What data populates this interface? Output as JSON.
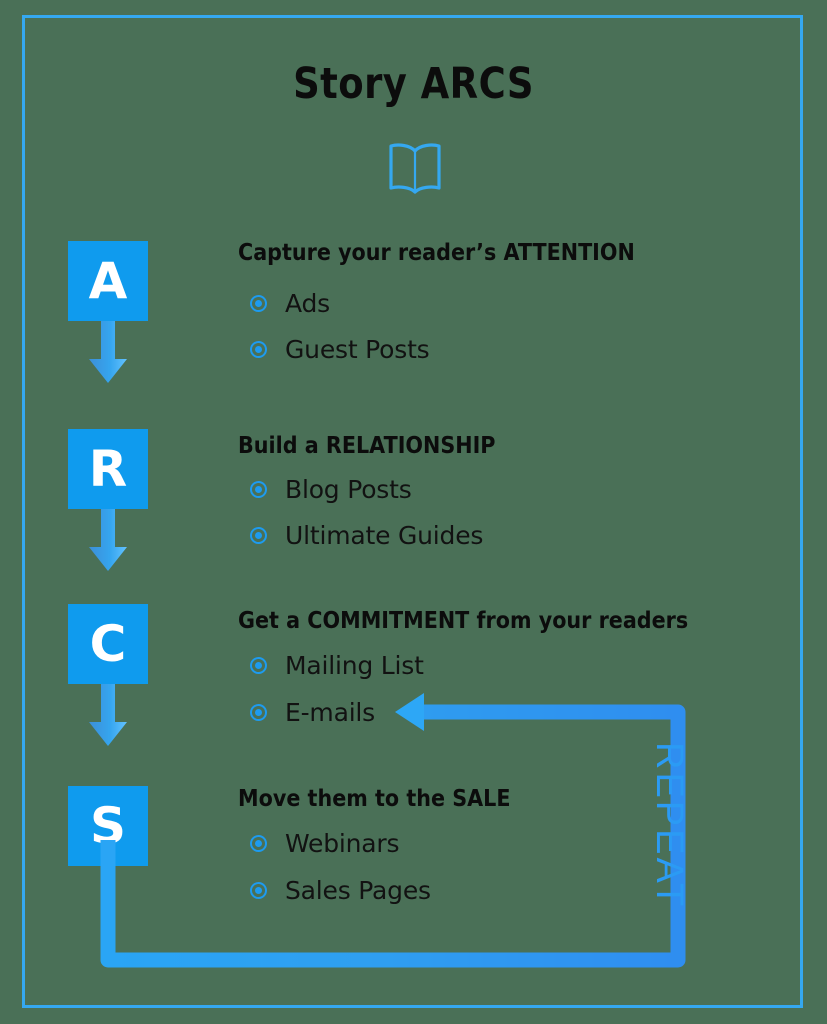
{
  "poster": {
    "title": "Story ARCS",
    "icon": "open-book-icon",
    "background_color": "#4a7057",
    "accent_color": "#0f9bee",
    "frame_color": "#35a8f0",
    "text_color": "#0c0c0c"
  },
  "steps": [
    {
      "letter": "A",
      "heading": "Capture your reader’s ATTENTION",
      "items": [
        "Ads",
        "Guest Posts"
      ]
    },
    {
      "letter": "R",
      "heading": "Build a RELATIONSHIP",
      "items": [
        "Blog Posts",
        "Ultimate Guides"
      ]
    },
    {
      "letter": "C",
      "heading": "Get a COMMITMENT from your readers",
      "items": [
        "Mailing List",
        "E-mails"
      ]
    },
    {
      "letter": "S",
      "heading": "Move them to the SALE",
      "items": [
        "Webinars",
        "Sales Pages"
      ]
    }
  ],
  "loop": {
    "label": "REPEAT",
    "direction": "counter-clockwise",
    "from": "Sales Pages",
    "to": "E-mails"
  }
}
